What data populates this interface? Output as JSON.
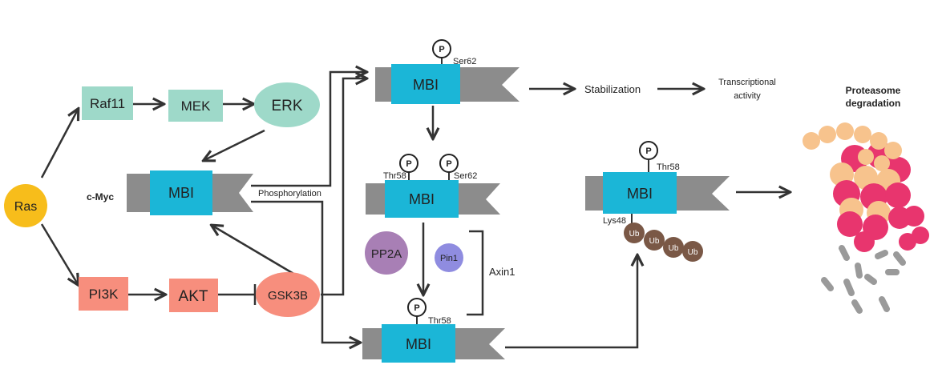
{
  "nodes": {
    "ras": "Ras",
    "raf": "Raf11",
    "mek": "MEK",
    "erk": "ERK",
    "pi3k": "PI3K",
    "akt": "AKT",
    "gsk3b": "GSK3B",
    "pp2a": "PP2A",
    "pin1": "Pin1",
    "axin1": "Axin1"
  },
  "cmyc_label": "c-Myc",
  "mbi": "MBI",
  "p": "P",
  "sites": {
    "ser62": "Ser62",
    "thr58": "Thr58",
    "lys48": "Lys48"
  },
  "ub": "Ub",
  "labels": {
    "phosphorylation": "Phosphorylation",
    "stabilization": "Stabilization",
    "transcriptional_1": "Transcriptional",
    "transcriptional_2": "activity",
    "proteasome_1": "Proteasome",
    "proteasome_2": "degradation"
  },
  "colors": {
    "ras": "#f7bd1b",
    "kinase_green": "#9ed9c9",
    "kinase_red": "#f78e7d",
    "mbi": "#1bb6d7",
    "protein_gray": "#8c8c8c",
    "pp2a": "#a87fb5",
    "pin1": "#8f8ce0",
    "ub": "#7a5846",
    "proteasome_pink": "#e8356e",
    "proteasome_peach": "#f7c38d",
    "arrow": "#333333"
  }
}
